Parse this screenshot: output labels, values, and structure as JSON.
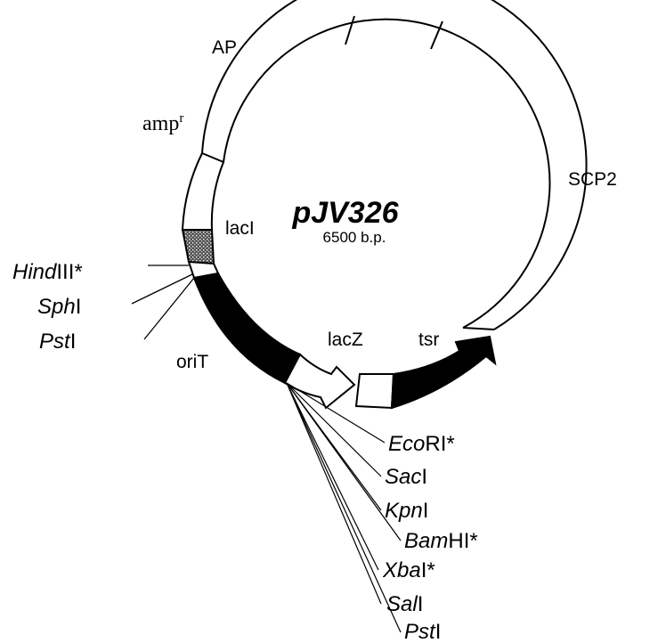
{
  "plasmid": {
    "name": "pJV326",
    "size": "6500 b.p."
  },
  "segments": {
    "ap": "AP",
    "ampr_base": "amp",
    "ampr_sup": "r",
    "scp2": "SCP2",
    "laci": "lacI",
    "lacz": "lacZ",
    "tsr": "tsr",
    "orit": "oriT"
  },
  "sites_left": [
    {
      "italic": "Hind",
      "roman": "III",
      "star": "*"
    },
    {
      "italic": "Sph",
      "roman": "I",
      "star": ""
    },
    {
      "italic": "Pst",
      "roman": "I",
      "star": ""
    }
  ],
  "sites_bottom": [
    {
      "italic": "Eco",
      "roman": "RI",
      "star": "*"
    },
    {
      "italic": "Sac",
      "roman": "I",
      "star": ""
    },
    {
      "italic": "Kpn",
      "roman": "I",
      "star": ""
    },
    {
      "italic": "Bam",
      "roman": "HI",
      "star": "*"
    },
    {
      "italic": "Xba",
      "roman": "I",
      "star": "*"
    },
    {
      "italic": "Sal",
      "roman": "I",
      "star": ""
    },
    {
      "italic": "Pst",
      "roman": "I",
      "star": ""
    }
  ]
}
